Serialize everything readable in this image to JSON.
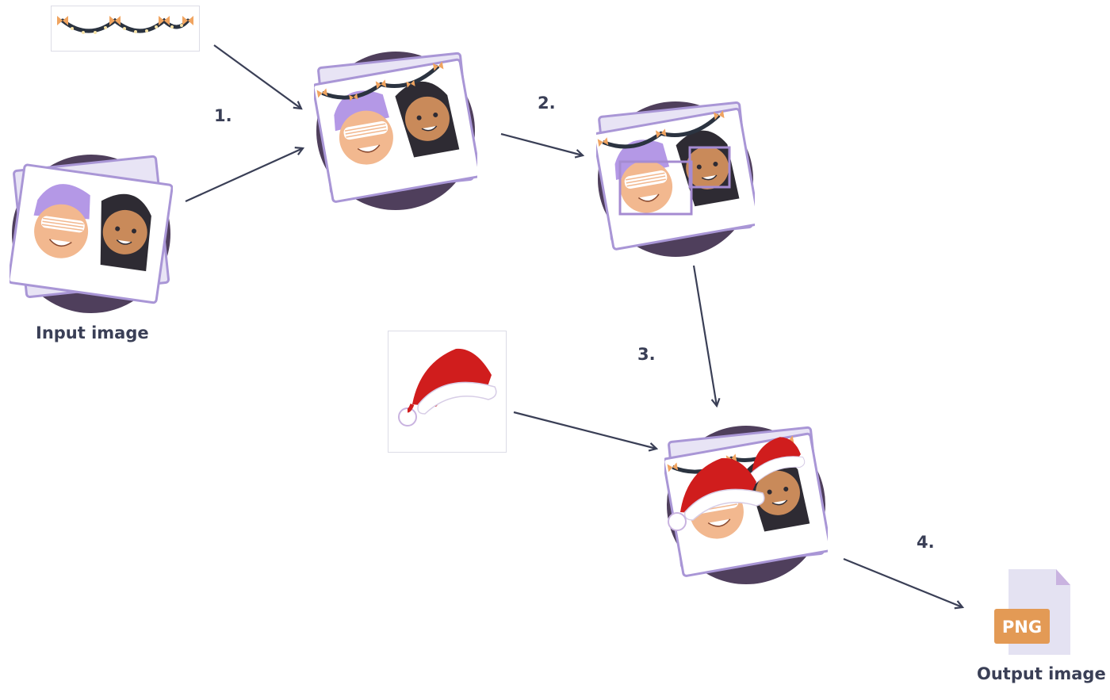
{
  "steps": {
    "s1": "1.",
    "s2": "2.",
    "s3": "3.",
    "s4": "4."
  },
  "labels": {
    "input": "Input image",
    "output": "Output image"
  },
  "file_badge": "PNG",
  "colors": {
    "arrow": "#3a3f56",
    "circle": "#4f3f5c",
    "frame": "#ffffff",
    "frame_back": "#e8e4f5",
    "frame_border": "#a996d6",
    "hair_boy": "#b498e6",
    "skin_boy": "#f2b88f",
    "hair_girl": "#2e2b33",
    "skin_girl": "#c98a5a",
    "hat_red": "#d01d1d",
    "hat_trim": "#ffffff",
    "garland": "#2b3340",
    "bow": "#f0a460",
    "png_badge": "#e39a55",
    "file_body": "#e4e2f2",
    "file_fold": "#c9b3e0",
    "detect_box": "#a58bd1"
  },
  "icons": {
    "garland": "garland-icon",
    "santa_hat": "santa-hat-icon",
    "file": "png-file-icon"
  }
}
